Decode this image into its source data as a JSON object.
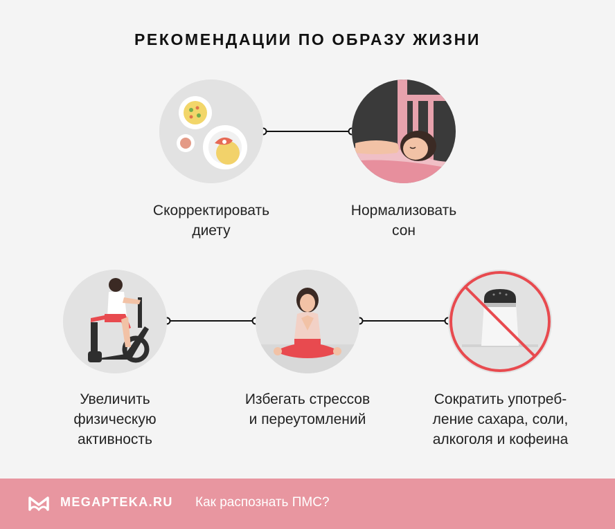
{
  "title": "РЕКОМЕНДАЦИИ ПО ОБРАЗУ ЖИЗНИ",
  "items": [
    {
      "icon": "food-plates-icon",
      "lines": [
        "Скорректировать",
        "диету"
      ]
    },
    {
      "icon": "sleeping-woman-icon",
      "lines": [
        "Нормализовать",
        "сон"
      ]
    },
    {
      "icon": "exercise-bike-icon",
      "lines": [
        "Увеличить",
        "физическую",
        "активность"
      ]
    },
    {
      "icon": "meditation-icon",
      "lines": [
        "Избегать стрессов",
        "и переутомлений"
      ]
    },
    {
      "icon": "no-salt-shaker-icon",
      "lines": [
        "Сократить употреб-",
        "ление сахара, соли,",
        "алкоголя и кофеина"
      ]
    }
  ],
  "footer": {
    "brand": "MEGAPTEKA.RU",
    "link": "Как распознать ПМС?",
    "logo_icon": "megapteka-logo-icon"
  },
  "colors": {
    "background": "#f4f4f4",
    "footer": "#e896a0",
    "accent_red": "#e84a4f",
    "pink": "#e8a0ab"
  }
}
